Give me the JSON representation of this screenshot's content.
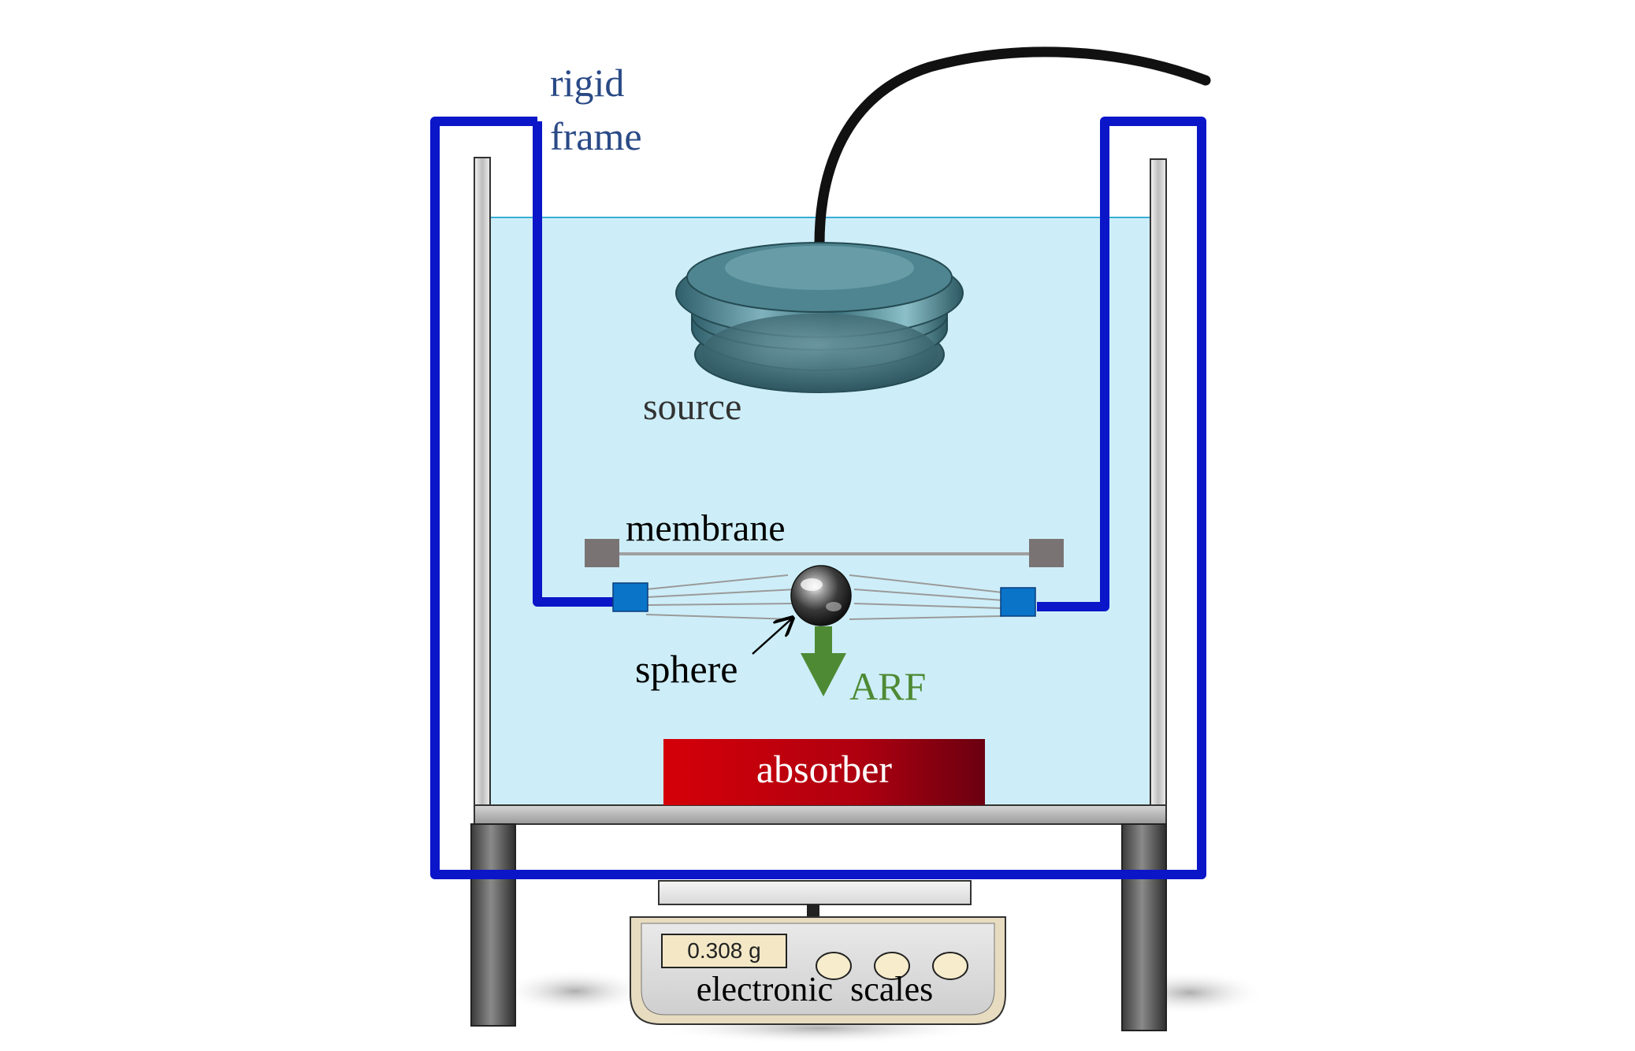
{
  "labels": {
    "rigid_frame_line1": "rigid",
    "rigid_frame_line2": "frame",
    "source": "source",
    "membrane": "membrane",
    "sphere": "sphere",
    "arf": "ARF",
    "absorber": "absorber",
    "electronic_scales": "electronic  scales"
  },
  "scale_display": {
    "reading": "0.308 g"
  },
  "colors": {
    "water": "#cdeef8",
    "water_surface": "#3aaed6",
    "rigid_frame": "#0a16c8",
    "frame_label": "#2a4a86",
    "arf_arrow": "#4e8a34",
    "absorber": "#c00008",
    "clamp": "#0a74c8",
    "membrane_holder": "#7a7374",
    "cable": "#111111"
  },
  "icons": {
    "source": "ultrasound-transducer-icon",
    "sphere": "steel-sphere-icon",
    "scale": "electronic-scale-icon"
  }
}
